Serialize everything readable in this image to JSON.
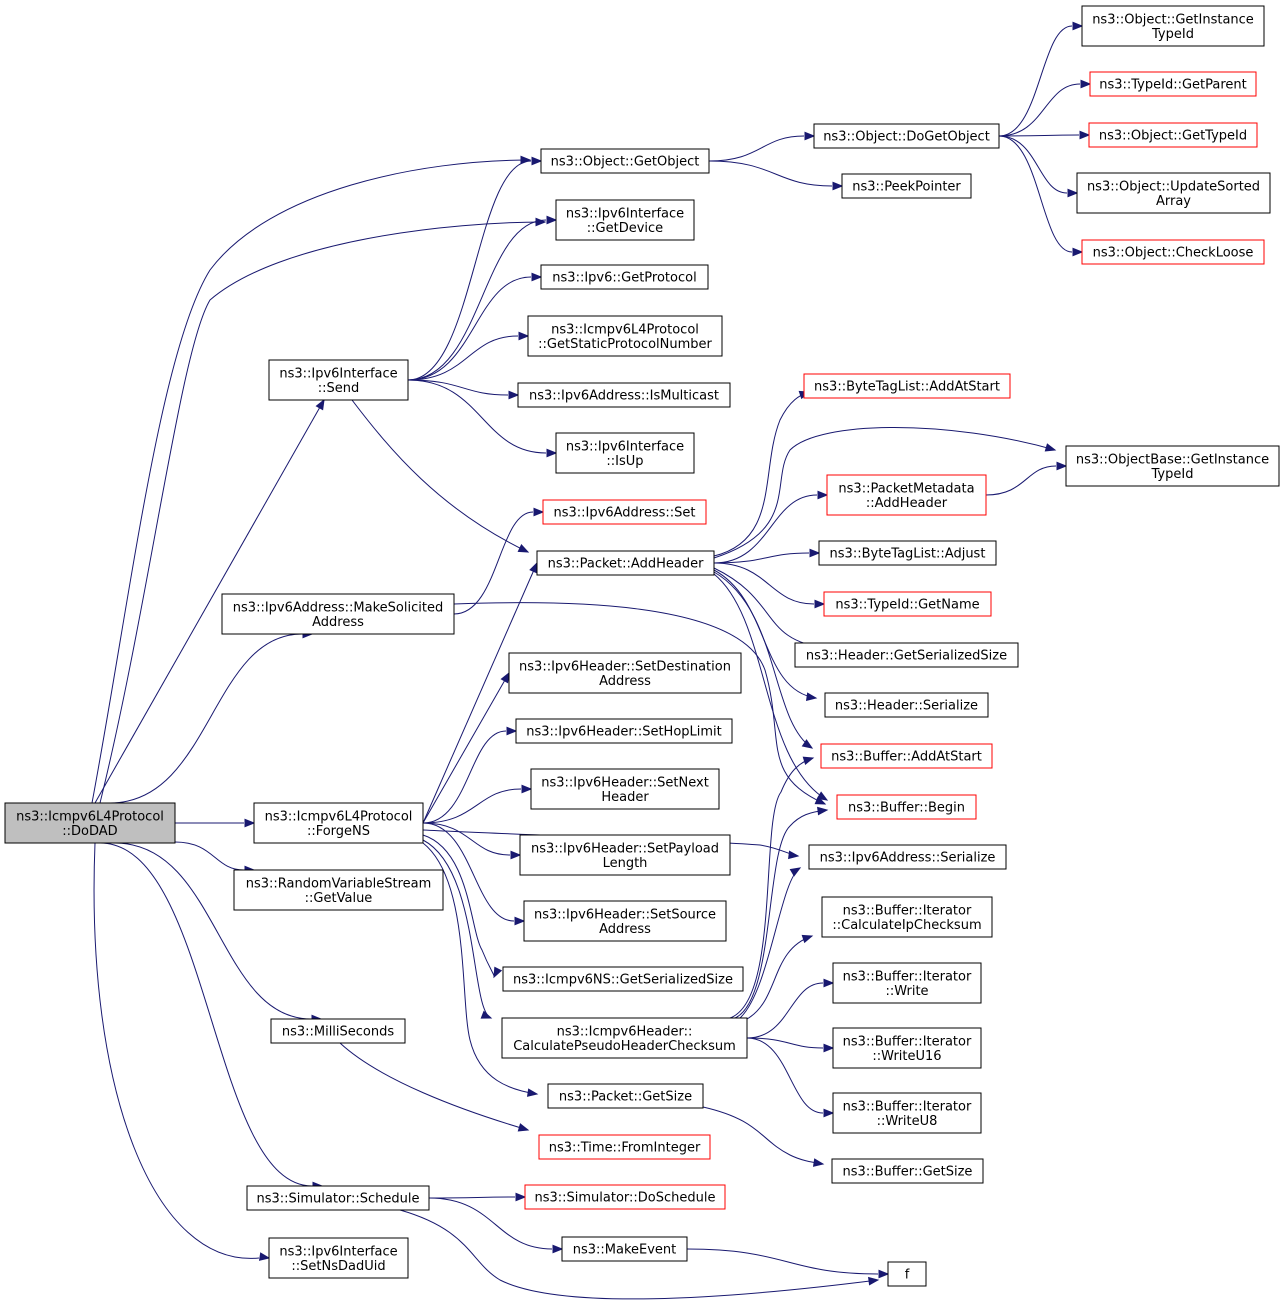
{
  "nodes": [
    {
      "id": "n0",
      "lines": [
        "ns3::Icmpv6L4Protocol",
        "::DoDAD"
      ],
      "style": "root"
    },
    {
      "id": "n1",
      "lines": [
        "ns3::Object::GetObject"
      ],
      "style": "normal"
    },
    {
      "id": "n2",
      "lines": [
        "ns3::Ipv6Interface",
        "::GetDevice"
      ],
      "style": "normal"
    },
    {
      "id": "n3",
      "lines": [
        "ns3::Ipv6Interface",
        "::Send"
      ],
      "style": "normal"
    },
    {
      "id": "n4",
      "lines": [
        "ns3::Ipv6Address::MakeSolicited",
        "Address"
      ],
      "style": "normal"
    },
    {
      "id": "n5",
      "lines": [
        "ns3::Icmpv6L4Protocol",
        "::ForgeNS"
      ],
      "style": "normal"
    },
    {
      "id": "n6",
      "lines": [
        "ns3::RandomVariableStream",
        "::GetValue"
      ],
      "style": "normal"
    },
    {
      "id": "n7",
      "lines": [
        "ns3::MilliSeconds"
      ],
      "style": "normal"
    },
    {
      "id": "n8",
      "lines": [
        "ns3::Simulator::Schedule"
      ],
      "style": "normal"
    },
    {
      "id": "n9",
      "lines": [
        "ns3::Ipv6Interface",
        "::SetNsDadUid"
      ],
      "style": "normal"
    },
    {
      "id": "n10",
      "lines": [
        "ns3::Object::DoGetObject"
      ],
      "style": "normal"
    },
    {
      "id": "n11",
      "lines": [
        "ns3::PeekPointer"
      ],
      "style": "normal"
    },
    {
      "id": "n12",
      "lines": [
        "ns3::Object::GetInstance",
        "TypeId"
      ],
      "style": "normal"
    },
    {
      "id": "n13",
      "lines": [
        "ns3::TypeId::GetParent"
      ],
      "style": "red"
    },
    {
      "id": "n14",
      "lines": [
        "ns3::Object::GetTypeId"
      ],
      "style": "red"
    },
    {
      "id": "n15",
      "lines": [
        "ns3::Object::UpdateSorted",
        "Array"
      ],
      "style": "normal"
    },
    {
      "id": "n16",
      "lines": [
        "ns3::Object::CheckLoose"
      ],
      "style": "red"
    },
    {
      "id": "n17",
      "lines": [
        "ns3::Ipv6::GetProtocol"
      ],
      "style": "normal"
    },
    {
      "id": "n18",
      "lines": [
        "ns3::Icmpv6L4Protocol",
        "::GetStaticProtocolNumber"
      ],
      "style": "normal"
    },
    {
      "id": "n19",
      "lines": [
        "ns3::Ipv6Address::IsMulticast"
      ],
      "style": "normal"
    },
    {
      "id": "n20",
      "lines": [
        "ns3::Ipv6Interface",
        "::IsUp"
      ],
      "style": "normal"
    },
    {
      "id": "n21",
      "lines": [
        "ns3::Packet::AddHeader"
      ],
      "style": "normal"
    },
    {
      "id": "n22",
      "lines": [
        "ns3::Ipv6Address::Set"
      ],
      "style": "red"
    },
    {
      "id": "n23",
      "lines": [
        "ns3::ByteTagList::AddAtStart"
      ],
      "style": "red"
    },
    {
      "id": "n24",
      "lines": [
        "ns3::ObjectBase::GetInstance",
        "TypeId"
      ],
      "style": "normal"
    },
    {
      "id": "n25",
      "lines": [
        "ns3::PacketMetadata",
        "::AddHeader"
      ],
      "style": "red"
    },
    {
      "id": "n26",
      "lines": [
        "ns3::ByteTagList::Adjust"
      ],
      "style": "normal"
    },
    {
      "id": "n27",
      "lines": [
        "ns3::TypeId::GetName"
      ],
      "style": "red"
    },
    {
      "id": "n28",
      "lines": [
        "ns3::Header::GetSerializedSize"
      ],
      "style": "normal"
    },
    {
      "id": "n29",
      "lines": [
        "ns3::Header::Serialize"
      ],
      "style": "normal"
    },
    {
      "id": "n30",
      "lines": [
        "ns3::Buffer::AddAtStart"
      ],
      "style": "red"
    },
    {
      "id": "n31",
      "lines": [
        "ns3::Buffer::Begin"
      ],
      "style": "red"
    },
    {
      "id": "n32",
      "lines": [
        "ns3::Ipv6Address::Serialize"
      ],
      "style": "normal"
    },
    {
      "id": "n33",
      "lines": [
        "ns3::Ipv6Header::SetDestination",
        "Address"
      ],
      "style": "normal"
    },
    {
      "id": "n34",
      "lines": [
        "ns3::Ipv6Header::SetHopLimit"
      ],
      "style": "normal"
    },
    {
      "id": "n35",
      "lines": [
        "ns3::Ipv6Header::SetNext",
        "Header"
      ],
      "style": "normal"
    },
    {
      "id": "n36",
      "lines": [
        "ns3::Ipv6Header::SetPayload",
        "Length"
      ],
      "style": "normal"
    },
    {
      "id": "n37",
      "lines": [
        "ns3::Ipv6Header::SetSource",
        "Address"
      ],
      "style": "normal"
    },
    {
      "id": "n38",
      "lines": [
        "ns3::Icmpv6NS::GetSerializedSize"
      ],
      "style": "normal"
    },
    {
      "id": "n39",
      "lines": [
        "ns3::Icmpv6Header::",
        "CalculatePseudoHeaderChecksum"
      ],
      "style": "normal"
    },
    {
      "id": "n40",
      "lines": [
        "ns3::Packet::GetSize"
      ],
      "style": "normal"
    },
    {
      "id": "n41",
      "lines": [
        "ns3::Buffer::Iterator",
        "::CalculateIpChecksum"
      ],
      "style": "normal"
    },
    {
      "id": "n42",
      "lines": [
        "ns3::Buffer::Iterator",
        "::Write"
      ],
      "style": "normal"
    },
    {
      "id": "n43",
      "lines": [
        "ns3::Buffer::Iterator",
        "::WriteU16"
      ],
      "style": "normal"
    },
    {
      "id": "n44",
      "lines": [
        "ns3::Buffer::Iterator",
        "::WriteU8"
      ],
      "style": "normal"
    },
    {
      "id": "n45",
      "lines": [
        "ns3::Buffer::GetSize"
      ],
      "style": "normal"
    },
    {
      "id": "n46",
      "lines": [
        "ns3::Time::FromInteger"
      ],
      "style": "red"
    },
    {
      "id": "n47",
      "lines": [
        "ns3::Simulator::DoSchedule"
      ],
      "style": "red"
    },
    {
      "id": "n48",
      "lines": [
        "ns3::MakeEvent"
      ],
      "style": "normal"
    },
    {
      "id": "n49",
      "lines": [
        "f"
      ],
      "style": "normal"
    }
  ],
  "edges": [
    [
      "n0",
      "n1"
    ],
    [
      "n0",
      "n2"
    ],
    [
      "n0",
      "n3"
    ],
    [
      "n0",
      "n4"
    ],
    [
      "n0",
      "n5"
    ],
    [
      "n0",
      "n6"
    ],
    [
      "n0",
      "n7"
    ],
    [
      "n0",
      "n8"
    ],
    [
      "n0",
      "n9"
    ],
    [
      "n1",
      "n10"
    ],
    [
      "n1",
      "n11"
    ],
    [
      "n10",
      "n12"
    ],
    [
      "n10",
      "n13"
    ],
    [
      "n10",
      "n14"
    ],
    [
      "n10",
      "n15"
    ],
    [
      "n10",
      "n16"
    ],
    [
      "n3",
      "n1"
    ],
    [
      "n3",
      "n2"
    ],
    [
      "n3",
      "n17"
    ],
    [
      "n3",
      "n18"
    ],
    [
      "n3",
      "n19"
    ],
    [
      "n3",
      "n20"
    ],
    [
      "n3",
      "n21"
    ],
    [
      "n4",
      "n22"
    ],
    [
      "n4",
      "n31"
    ],
    [
      "n21",
      "n23"
    ],
    [
      "n21",
      "n24"
    ],
    [
      "n21",
      "n25"
    ],
    [
      "n21",
      "n26"
    ],
    [
      "n21",
      "n27"
    ],
    [
      "n21",
      "n28"
    ],
    [
      "n21",
      "n29"
    ],
    [
      "n21",
      "n30"
    ],
    [
      "n21",
      "n31"
    ],
    [
      "n25",
      "n24"
    ],
    [
      "n5",
      "n21"
    ],
    [
      "n5",
      "n33"
    ],
    [
      "n5",
      "n34"
    ],
    [
      "n5",
      "n35"
    ],
    [
      "n5",
      "n36"
    ],
    [
      "n5",
      "n37"
    ],
    [
      "n5",
      "n38"
    ],
    [
      "n5",
      "n39"
    ],
    [
      "n5",
      "n40"
    ],
    [
      "n5",
      "n32"
    ],
    [
      "n39",
      "n30"
    ],
    [
      "n39",
      "n31"
    ],
    [
      "n39",
      "n32"
    ],
    [
      "n39",
      "n41"
    ],
    [
      "n39",
      "n42"
    ],
    [
      "n39",
      "n43"
    ],
    [
      "n39",
      "n44"
    ],
    [
      "n40",
      "n45"
    ],
    [
      "n7",
      "n46"
    ],
    [
      "n8",
      "n47"
    ],
    [
      "n8",
      "n48"
    ],
    [
      "n8",
      "n49"
    ],
    [
      "n48",
      "n49"
    ]
  ]
}
